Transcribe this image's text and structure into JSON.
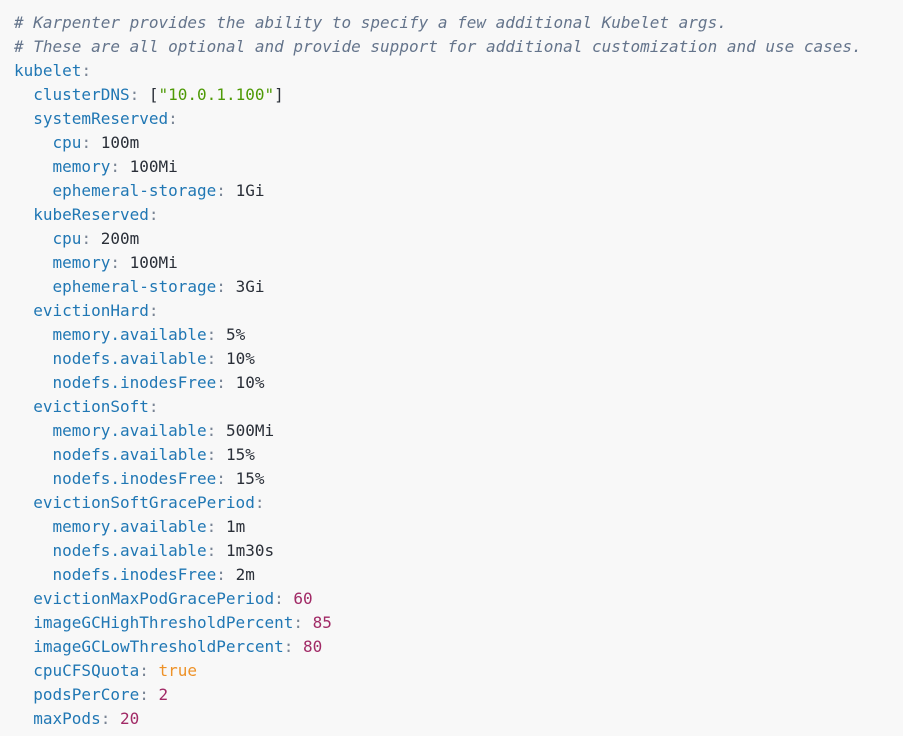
{
  "code_block": {
    "language": "yaml",
    "colors": {
      "background": "#f8f8f8",
      "comment": "#64748b",
      "key": "#2077b4",
      "punctuation": "#798494",
      "value": "#2a2f38",
      "number": "#a12a66",
      "boolean": "#ee9228",
      "string": "#4e9a06"
    },
    "lines": [
      {
        "tokens": [
          [
            "comment",
            "# Karpenter provides the ability to specify a few additional Kubelet args."
          ]
        ]
      },
      {
        "tokens": [
          [
            "comment",
            "# These are all optional and provide support for additional customization and use cases."
          ]
        ]
      },
      {
        "tokens": [
          [
            "key",
            "kubelet"
          ],
          [
            "punct",
            ":"
          ]
        ]
      },
      {
        "tokens": [
          [
            "ws",
            "  "
          ],
          [
            "key",
            "clusterDNS"
          ],
          [
            "punct",
            ":"
          ],
          [
            "ws",
            " "
          ],
          [
            "bracket",
            "["
          ],
          [
            "string",
            "\"10.0.1.100\""
          ],
          [
            "bracket",
            "]"
          ]
        ]
      },
      {
        "tokens": [
          [
            "ws",
            "  "
          ],
          [
            "key",
            "systemReserved"
          ],
          [
            "punct",
            ":"
          ]
        ]
      },
      {
        "tokens": [
          [
            "ws",
            "    "
          ],
          [
            "key",
            "cpu"
          ],
          [
            "punct",
            ":"
          ],
          [
            "ws",
            " "
          ],
          [
            "value",
            "100m"
          ]
        ]
      },
      {
        "tokens": [
          [
            "ws",
            "    "
          ],
          [
            "key",
            "memory"
          ],
          [
            "punct",
            ":"
          ],
          [
            "ws",
            " "
          ],
          [
            "value",
            "100Mi"
          ]
        ]
      },
      {
        "tokens": [
          [
            "ws",
            "    "
          ],
          [
            "key",
            "ephemeral-storage"
          ],
          [
            "punct",
            ":"
          ],
          [
            "ws",
            " "
          ],
          [
            "value",
            "1Gi"
          ]
        ]
      },
      {
        "tokens": [
          [
            "ws",
            "  "
          ],
          [
            "key",
            "kubeReserved"
          ],
          [
            "punct",
            ":"
          ]
        ]
      },
      {
        "tokens": [
          [
            "ws",
            "    "
          ],
          [
            "key",
            "cpu"
          ],
          [
            "punct",
            ":"
          ],
          [
            "ws",
            " "
          ],
          [
            "value",
            "200m"
          ]
        ]
      },
      {
        "tokens": [
          [
            "ws",
            "    "
          ],
          [
            "key",
            "memory"
          ],
          [
            "punct",
            ":"
          ],
          [
            "ws",
            " "
          ],
          [
            "value",
            "100Mi"
          ]
        ]
      },
      {
        "tokens": [
          [
            "ws",
            "    "
          ],
          [
            "key",
            "ephemeral-storage"
          ],
          [
            "punct",
            ":"
          ],
          [
            "ws",
            " "
          ],
          [
            "value",
            "3Gi"
          ]
        ]
      },
      {
        "tokens": [
          [
            "ws",
            "  "
          ],
          [
            "key",
            "evictionHard"
          ],
          [
            "punct",
            ":"
          ]
        ]
      },
      {
        "tokens": [
          [
            "ws",
            "    "
          ],
          [
            "key",
            "memory.available"
          ],
          [
            "punct",
            ":"
          ],
          [
            "ws",
            " "
          ],
          [
            "value",
            "5%"
          ]
        ]
      },
      {
        "tokens": [
          [
            "ws",
            "    "
          ],
          [
            "key",
            "nodefs.available"
          ],
          [
            "punct",
            ":"
          ],
          [
            "ws",
            " "
          ],
          [
            "value",
            "10%"
          ]
        ]
      },
      {
        "tokens": [
          [
            "ws",
            "    "
          ],
          [
            "key",
            "nodefs.inodesFree"
          ],
          [
            "punct",
            ":"
          ],
          [
            "ws",
            " "
          ],
          [
            "value",
            "10%"
          ]
        ]
      },
      {
        "tokens": [
          [
            "ws",
            "  "
          ],
          [
            "key",
            "evictionSoft"
          ],
          [
            "punct",
            ":"
          ]
        ]
      },
      {
        "tokens": [
          [
            "ws",
            "    "
          ],
          [
            "key",
            "memory.available"
          ],
          [
            "punct",
            ":"
          ],
          [
            "ws",
            " "
          ],
          [
            "value",
            "500Mi"
          ]
        ]
      },
      {
        "tokens": [
          [
            "ws",
            "    "
          ],
          [
            "key",
            "nodefs.available"
          ],
          [
            "punct",
            ":"
          ],
          [
            "ws",
            " "
          ],
          [
            "value",
            "15%"
          ]
        ]
      },
      {
        "tokens": [
          [
            "ws",
            "    "
          ],
          [
            "key",
            "nodefs.inodesFree"
          ],
          [
            "punct",
            ":"
          ],
          [
            "ws",
            " "
          ],
          [
            "value",
            "15%"
          ]
        ]
      },
      {
        "tokens": [
          [
            "ws",
            "  "
          ],
          [
            "key",
            "evictionSoftGracePeriod"
          ],
          [
            "punct",
            ":"
          ]
        ]
      },
      {
        "tokens": [
          [
            "ws",
            "    "
          ],
          [
            "key",
            "memory.available"
          ],
          [
            "punct",
            ":"
          ],
          [
            "ws",
            " "
          ],
          [
            "value",
            "1m"
          ]
        ]
      },
      {
        "tokens": [
          [
            "ws",
            "    "
          ],
          [
            "key",
            "nodefs.available"
          ],
          [
            "punct",
            ":"
          ],
          [
            "ws",
            " "
          ],
          [
            "value",
            "1m30s"
          ]
        ]
      },
      {
        "tokens": [
          [
            "ws",
            "    "
          ],
          [
            "key",
            "nodefs.inodesFree"
          ],
          [
            "punct",
            ":"
          ],
          [
            "ws",
            " "
          ],
          [
            "value",
            "2m"
          ]
        ]
      },
      {
        "tokens": [
          [
            "ws",
            "  "
          ],
          [
            "key",
            "evictionMaxPodGracePeriod"
          ],
          [
            "punct",
            ":"
          ],
          [
            "ws",
            " "
          ],
          [
            "number",
            "60"
          ]
        ]
      },
      {
        "tokens": [
          [
            "ws",
            "  "
          ],
          [
            "key",
            "imageGCHighThresholdPercent"
          ],
          [
            "punct",
            ":"
          ],
          [
            "ws",
            " "
          ],
          [
            "number",
            "85"
          ]
        ]
      },
      {
        "tokens": [
          [
            "ws",
            "  "
          ],
          [
            "key",
            "imageGCLowThresholdPercent"
          ],
          [
            "punct",
            ":"
          ],
          [
            "ws",
            " "
          ],
          [
            "number",
            "80"
          ]
        ]
      },
      {
        "tokens": [
          [
            "ws",
            "  "
          ],
          [
            "key",
            "cpuCFSQuota"
          ],
          [
            "punct",
            ":"
          ],
          [
            "ws",
            " "
          ],
          [
            "bool",
            "true"
          ]
        ]
      },
      {
        "tokens": [
          [
            "ws",
            "  "
          ],
          [
            "key",
            "podsPerCore"
          ],
          [
            "punct",
            ":"
          ],
          [
            "ws",
            " "
          ],
          [
            "number",
            "2"
          ]
        ]
      },
      {
        "tokens": [
          [
            "ws",
            "  "
          ],
          [
            "key",
            "maxPods"
          ],
          [
            "punct",
            ":"
          ],
          [
            "ws",
            " "
          ],
          [
            "number",
            "20"
          ]
        ]
      }
    ]
  }
}
